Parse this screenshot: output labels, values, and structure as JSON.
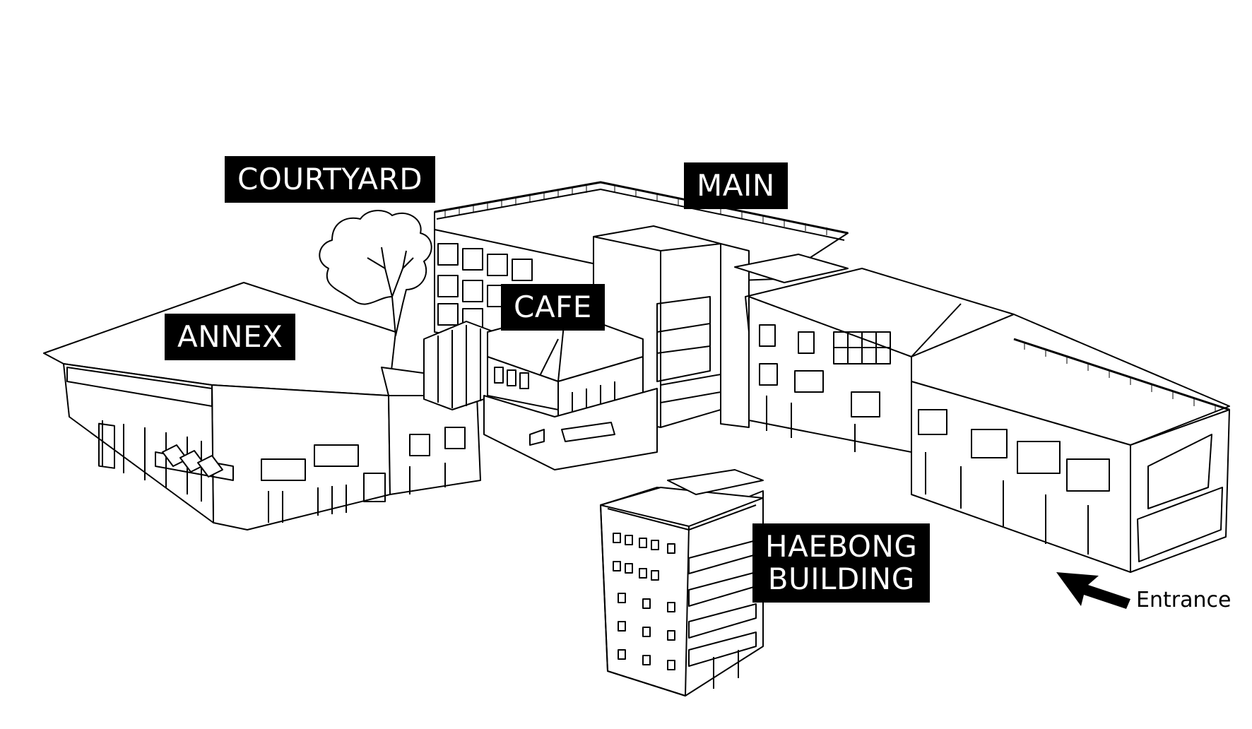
{
  "labels": {
    "courtyard": "COURTYARD",
    "main": "MAIN",
    "cafe": "CAFE",
    "annex": "ANNEX",
    "haebong_line1": "HAEBONG",
    "haebong_line2": "BUILDING"
  },
  "entrance": {
    "text": "Entrance",
    "icon": "arrow-up-left-icon"
  },
  "colors": {
    "ink": "#000000",
    "paper": "#ffffff",
    "label_bg": "#000000",
    "label_text": "#ffffff"
  }
}
